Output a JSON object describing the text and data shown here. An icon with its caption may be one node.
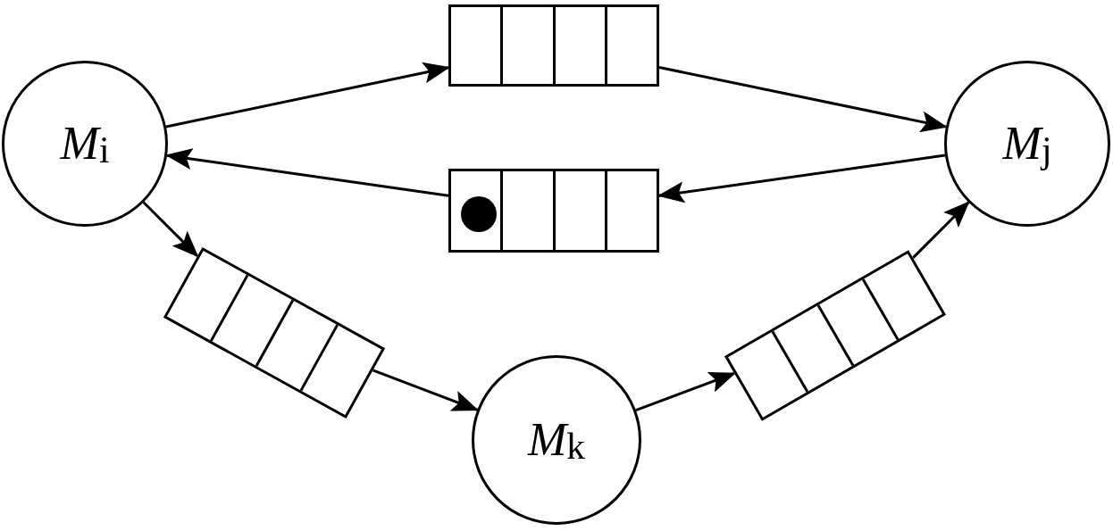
{
  "diagram": {
    "nodes": [
      {
        "text": [
          "*M*$_{i}$"
        ]
      },
      {
        "text": [],
        "shape": "box"
      },
      {
        "text": [
          "*M*$_{j}$"
        ]
      },
      {
        "text": [],
        "shape": "box"
      },
      {
        "text": [],
        "shape": "circle",
        "in": 3
      },
      {
        "text": [],
        "shape": "box"
      },
      {
        "text": [
          "*M*$_{k}$"
        ]
      },
      {
        "text": [],
        "shape": "box"
      }
    ],
    "edges": [
      {
        "from": 0,
        "to": 1,
        "arrow": "to"
      },
      {
        "from": 1,
        "to": 2,
        "arrow": "to"
      },
      {
        "from": 2,
        "to": 3,
        "arrow": "to"
      },
      {
        "from": 3,
        "to": 0,
        "arrow": "to"
      },
      {
        "from": 0,
        "to": 5,
        "arrow": "to"
      },
      {
        "from": 5,
        "to": 6,
        "arrow": "to"
      },
      {
        "from": 6,
        "to": 7,
        "arrow": "to"
      },
      {
        "from": 7,
        "to": 2,
        "arrow": "to"
      }
    ]
  }
}
